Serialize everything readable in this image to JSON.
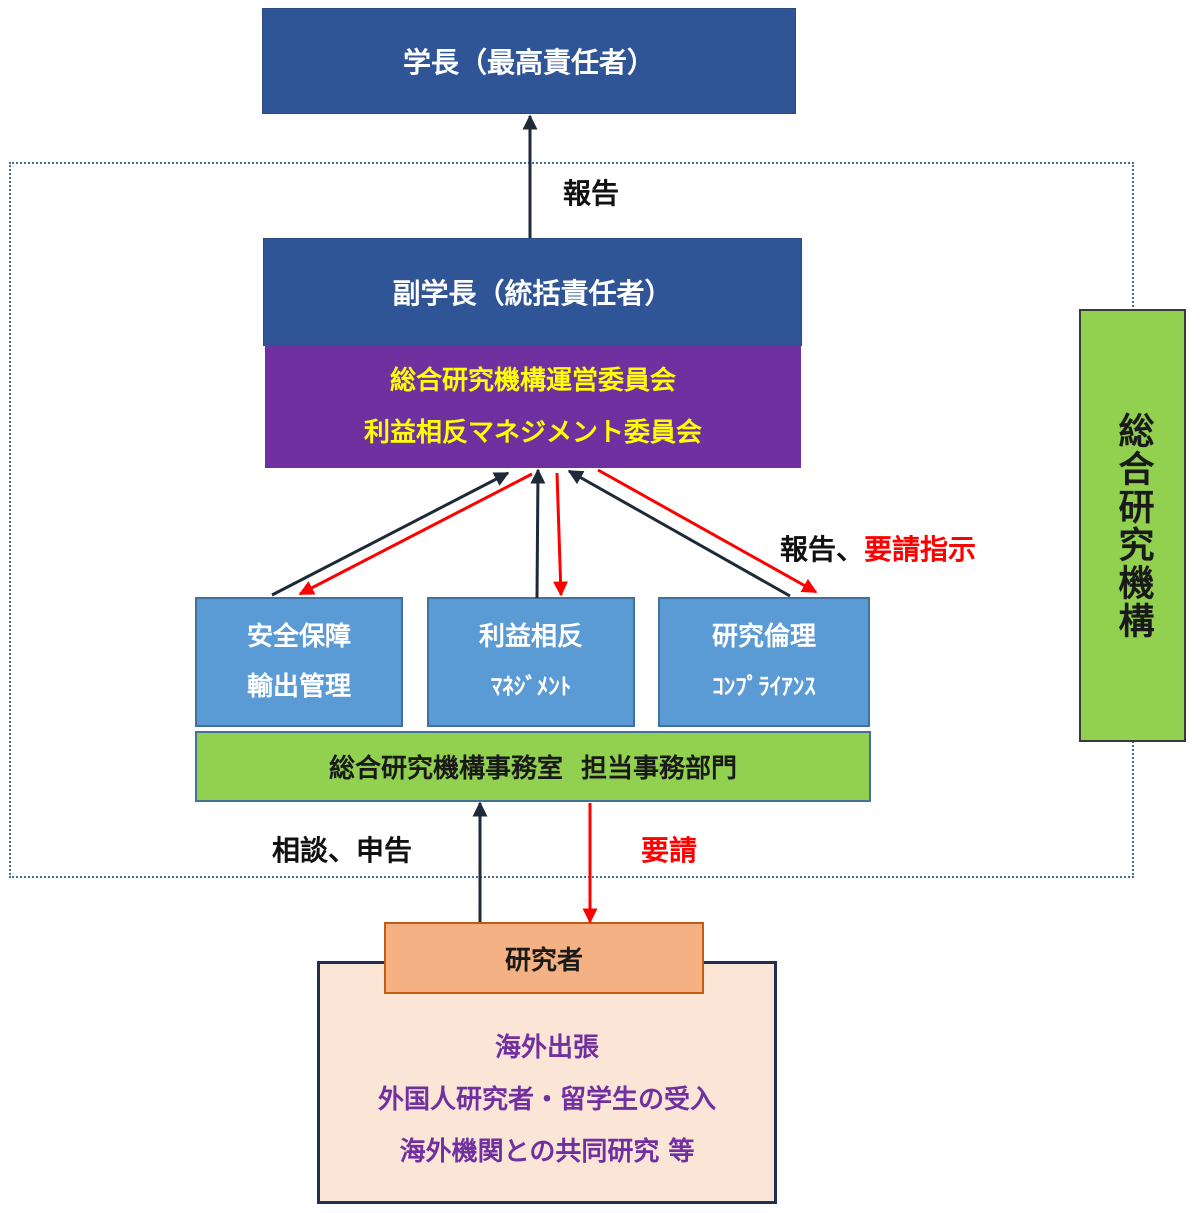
{
  "president": "学長（最高責任者）",
  "report_label": "報告",
  "vice_president": "副学長（統括責任者）",
  "committees": [
    "総合研究機構運営委員会",
    "利益相反マネジメント委員会"
  ],
  "report_request": {
    "report": "報告、",
    "instruct": "要請指示"
  },
  "units": [
    {
      "line1": "安全保障",
      "line2": "輸出管理"
    },
    {
      "line1": "利益相反",
      "line2": "ﾏﾈｼﾞﾒﾝﾄ"
    },
    {
      "line1": "研究倫理",
      "line2": "ｺﾝﾌﾟﾗｲｱﾝｽ"
    }
  ],
  "office": "総合研究機構事務室  担当事務部門",
  "consult_label": "相談、申告",
  "request_label": "要請",
  "organization_vertical": "総合研究機構",
  "researcher": "研究者",
  "activities": [
    "海外出張",
    "外国人研究者・留学生の受入",
    "海外機関との共同研究 等"
  ],
  "colors": {
    "navy": "#2f5597",
    "purple": "#7030a0",
    "yellow_text": "#ffff00",
    "unit_blue": "#5b9bd5",
    "green": "#92d050",
    "orange": "#f4b183",
    "peach": "#fbe5d6",
    "arrow_dark": "#1f2a38",
    "arrow_red": "#ff0000",
    "dotted_border": "#41719c"
  }
}
